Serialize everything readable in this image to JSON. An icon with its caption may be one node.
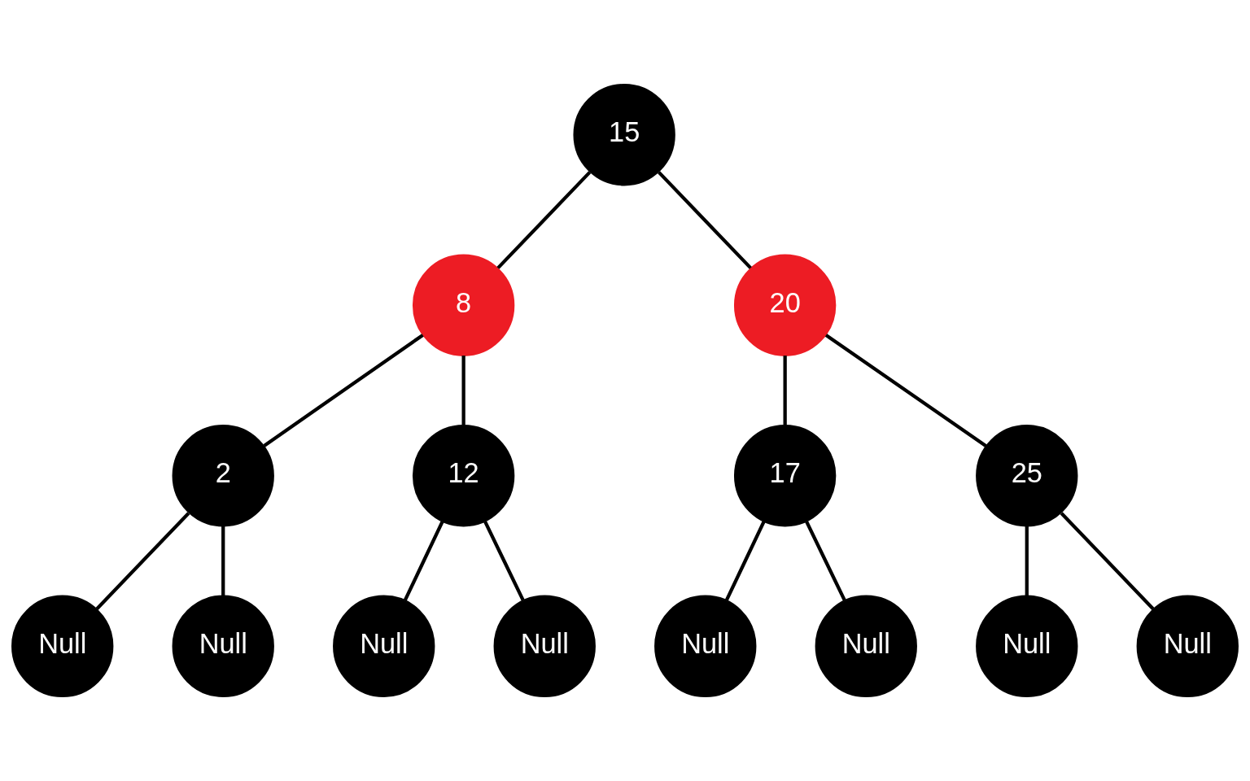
{
  "diagram": {
    "nodes": [
      {
        "text": [
          "15"
        ]
      },
      {
        "text": [
          "8"
        ]
      },
      {
        "text": [
          "20"
        ]
      },
      {
        "text": [
          "2"
        ]
      },
      {
        "text": [
          "12"
        ]
      },
      {
        "text": [
          "17"
        ]
      },
      {
        "text": [
          "25"
        ]
      },
      {
        "text": [
          "Null"
        ]
      },
      {
        "text": [
          "Null"
        ]
      },
      {
        "text": [
          "Null"
        ]
      },
      {
        "text": [
          "Null"
        ]
      },
      {
        "text": [
          "Null"
        ]
      },
      {
        "text": [
          "Null"
        ]
      },
      {
        "text": [
          "Null"
        ]
      },
      {
        "text": [
          "Null"
        ]
      }
    ],
    "edges": [
      {
        "from": 0,
        "to": 1,
        "arrow": "none"
      },
      {
        "from": 0,
        "to": 2,
        "arrow": "none"
      },
      {
        "from": 1,
        "to": 3,
        "arrow": "none"
      },
      {
        "from": 1,
        "to": 4,
        "arrow": "none"
      },
      {
        "from": 2,
        "to": 5,
        "arrow": "none"
      },
      {
        "from": 2,
        "to": 6,
        "arrow": "none"
      },
      {
        "from": 3,
        "to": 7,
        "arrow": "none"
      },
      {
        "from": 3,
        "to": 8,
        "arrow": "none"
      },
      {
        "from": 4,
        "to": 9,
        "arrow": "none"
      },
      {
        "from": 4,
        "to": 10,
        "arrow": "none"
      },
      {
        "from": 5,
        "to": 11,
        "arrow": "none"
      },
      {
        "from": 5,
        "to": 12,
        "arrow": "none"
      },
      {
        "from": 6,
        "to": 13,
        "arrow": "none"
      },
      {
        "from": 6,
        "to": 14,
        "arrow": "none"
      }
    ]
  }
}
